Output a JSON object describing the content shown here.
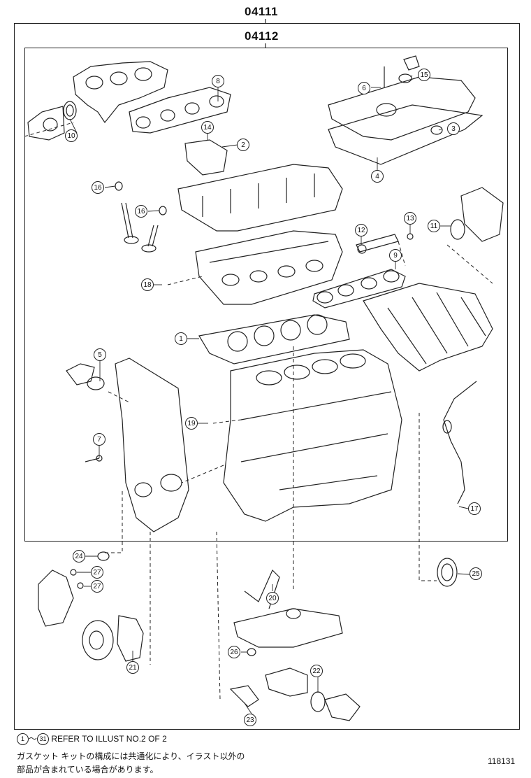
{
  "header": {
    "outer_code": "04111",
    "inner_code": "04112"
  },
  "callouts": [
    {
      "id": "c1",
      "label": "1"
    },
    {
      "id": "c2",
      "label": "2"
    },
    {
      "id": "c3",
      "label": "3"
    },
    {
      "id": "c4",
      "label": "4"
    },
    {
      "id": "c5",
      "label": "5"
    },
    {
      "id": "c6",
      "label": "6"
    },
    {
      "id": "c7",
      "label": "7"
    },
    {
      "id": "c8",
      "label": "8"
    },
    {
      "id": "c9",
      "label": "9"
    },
    {
      "id": "c10",
      "label": "10"
    },
    {
      "id": "c11",
      "label": "11"
    },
    {
      "id": "c12",
      "label": "12"
    },
    {
      "id": "c13",
      "label": "13"
    },
    {
      "id": "c14",
      "label": "14"
    },
    {
      "id": "c15",
      "label": "15"
    },
    {
      "id": "c16a",
      "label": "16"
    },
    {
      "id": "c16b",
      "label": "16"
    },
    {
      "id": "c17",
      "label": "17"
    },
    {
      "id": "c18",
      "label": "18"
    },
    {
      "id": "c19",
      "label": "19"
    },
    {
      "id": "c20",
      "label": "20"
    },
    {
      "id": "c21",
      "label": "21"
    },
    {
      "id": "c22",
      "label": "22"
    },
    {
      "id": "c23",
      "label": "23"
    },
    {
      "id": "c24",
      "label": "24"
    },
    {
      "id": "c25",
      "label": "25"
    },
    {
      "id": "c26",
      "label": "26"
    },
    {
      "id": "c27a",
      "label": "27"
    },
    {
      "id": "c27b",
      "label": "27"
    }
  ],
  "notes": {
    "ref_start": "1",
    "ref_tilde": "～",
    "ref_end": "31",
    "ref_text": "REFER TO ILLUST NO.2 OF 2",
    "jp_line1": "ガスケット キットの構成には共通化により、イラスト以外の",
    "jp_line2": "部品が含まれている場合があります。",
    "illust_number": "118131"
  }
}
